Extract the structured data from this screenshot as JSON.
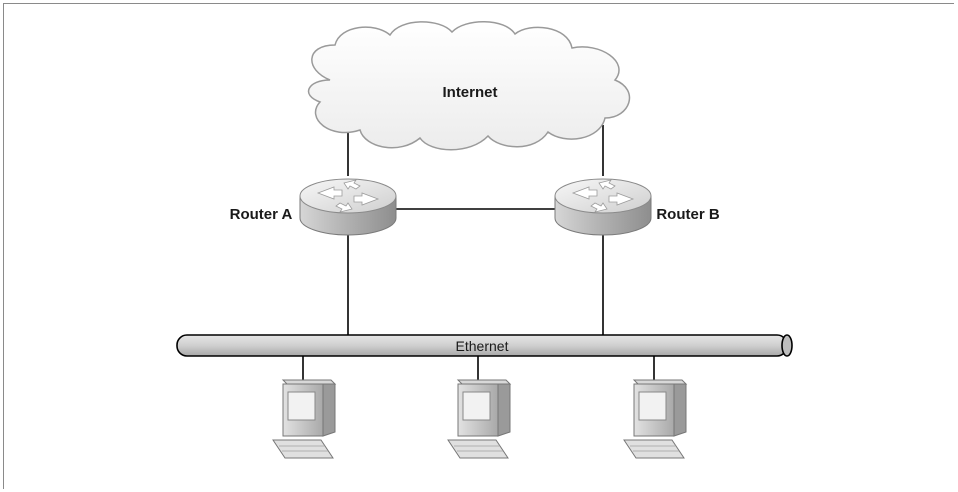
{
  "network": {
    "cloud_label": "Internet",
    "router_a_label": "Router A",
    "router_b_label": "Router B",
    "bus_label": "Ethernet"
  },
  "colors": {
    "line": "#000000",
    "cloud_stroke": "#9a9a9a",
    "bus_fill": "#d0d0d0",
    "router_top": "#eeeeee",
    "router_side": "#b8b8b8",
    "pc_body": "#c8c8c8"
  },
  "icons": [
    "cloud-icon",
    "router-icon",
    "router-icon",
    "computer-icon",
    "computer-icon",
    "computer-icon"
  ]
}
